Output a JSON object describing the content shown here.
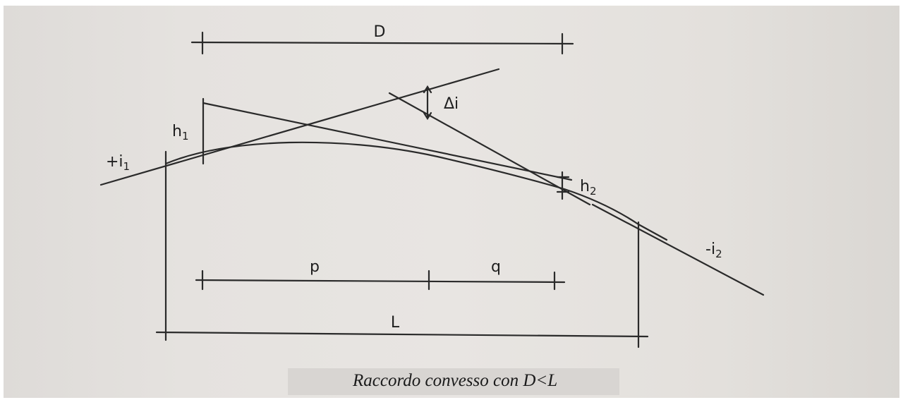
{
  "labels": {
    "D": "D",
    "delta_i": "Δi",
    "h1": {
      "base": "h",
      "sub": "1"
    },
    "h2": {
      "base": "h",
      "sub": "2"
    },
    "plus_i1": {
      "base": "+i",
      "sub": "1"
    },
    "minus_i2": {
      "base": "-i",
      "sub": "2"
    },
    "p": "p",
    "q": "q",
    "L": "L"
  },
  "caption": "Raccordo convesso con D<L"
}
